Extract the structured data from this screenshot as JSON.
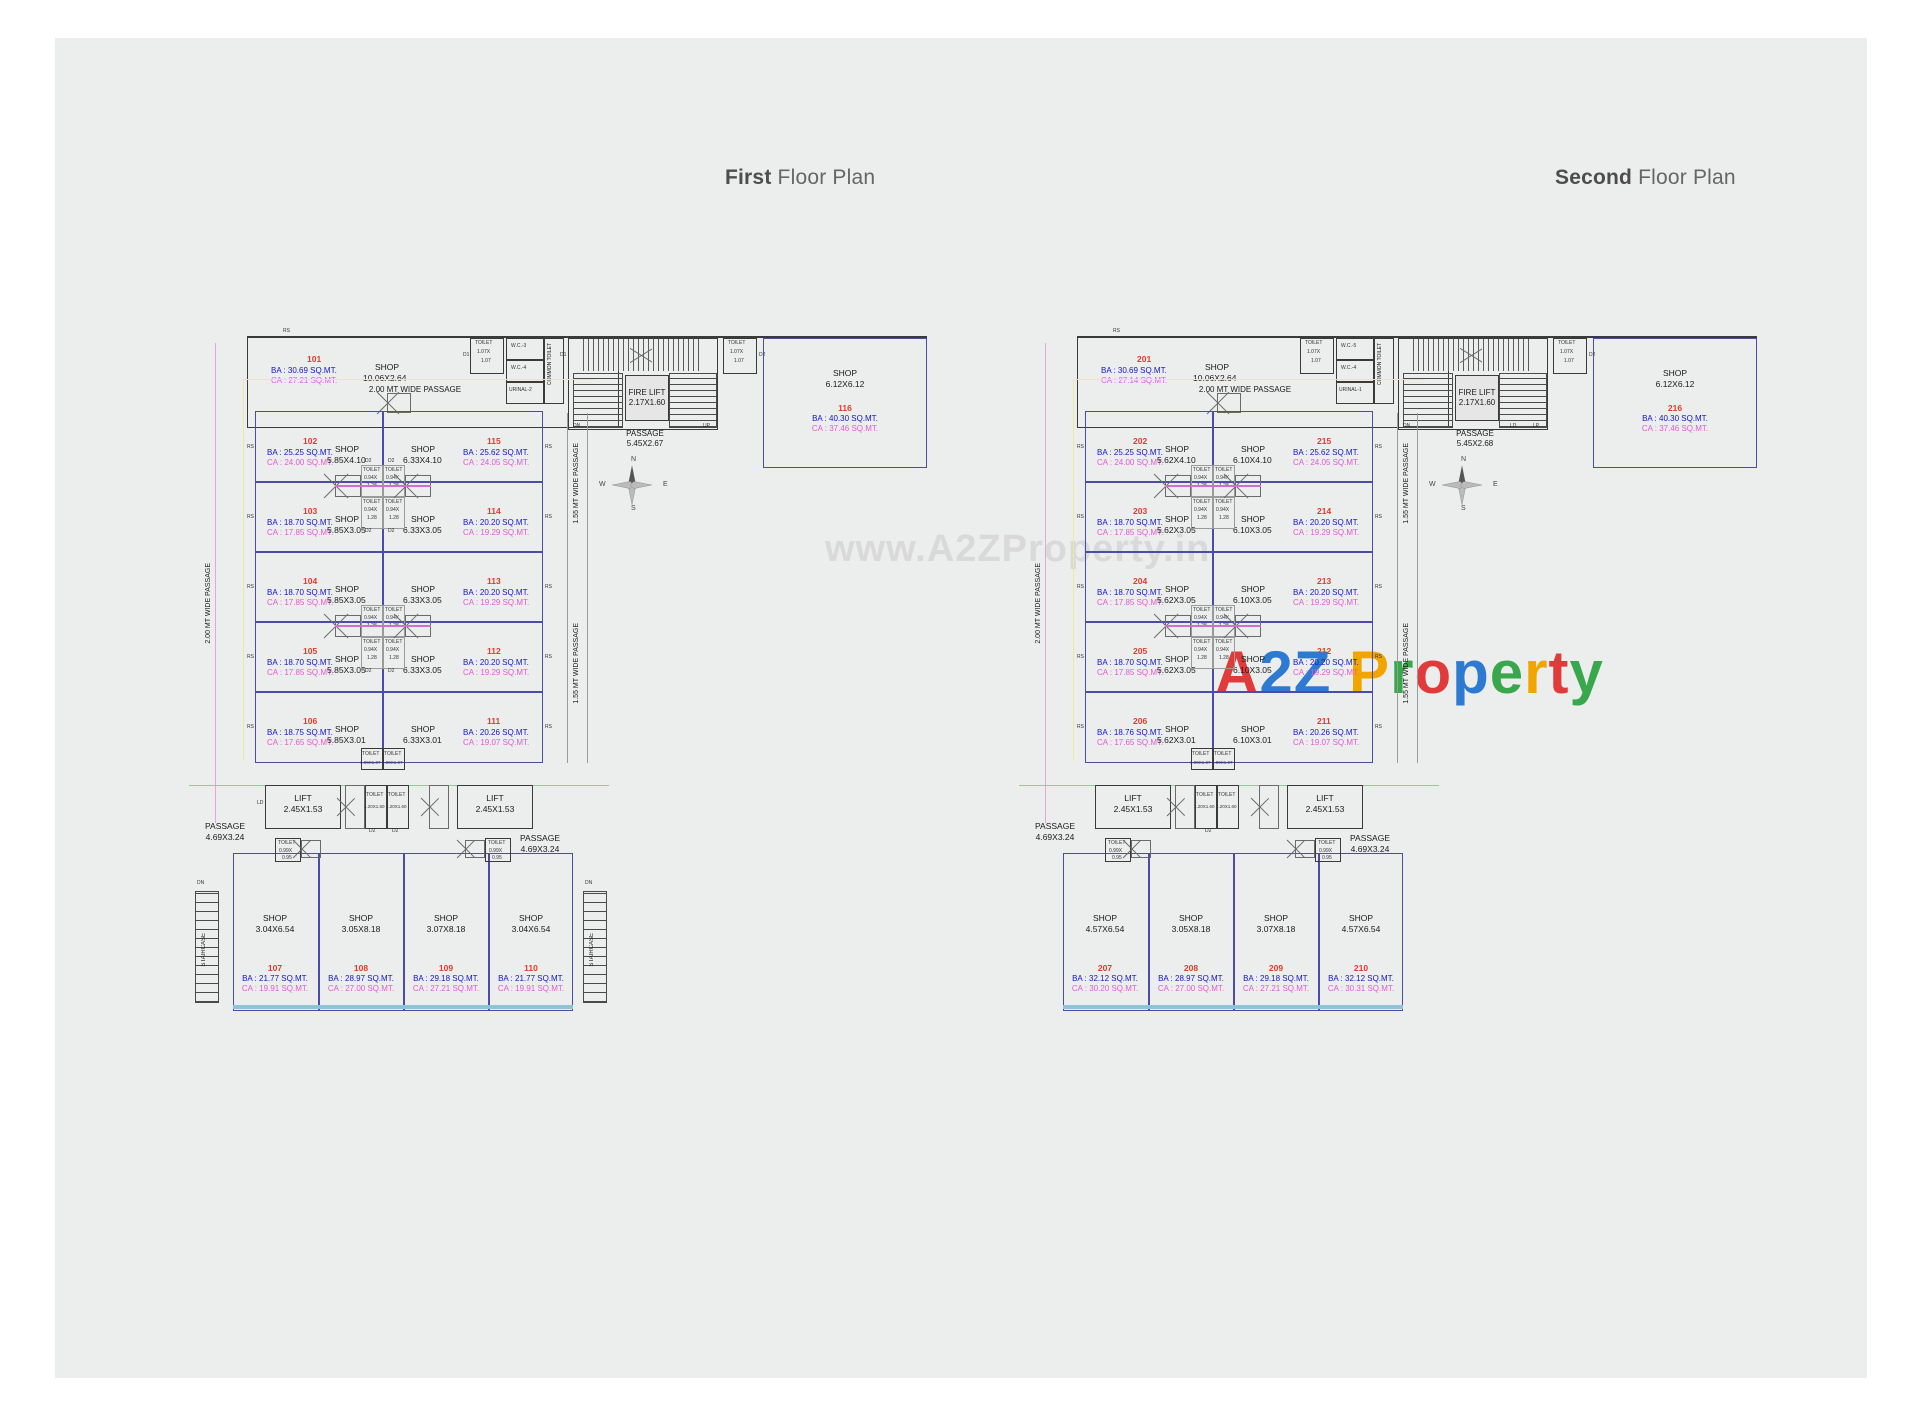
{
  "sheet": {
    "background": "#eceded",
    "watermark_line1": "www.A2ZProperty.in",
    "watermark_line2": "A2Z Property"
  },
  "titles": {
    "first": {
      "strong": "First",
      "rest": " Floor Plan"
    },
    "second": {
      "strong": "Second",
      "rest": " Floor Plan"
    }
  },
  "colors": {
    "unit_number": "#e23b2e",
    "built_area": "#1414c8",
    "carpet_area": "#e35ad0",
    "wall": "#3a3a3a",
    "blue_wall": "#4b4ba8"
  },
  "compass": {
    "n": "N",
    "s": "S",
    "e": "E",
    "w": "W"
  },
  "labels": {
    "shop": "SHOP",
    "toilet": "TOILET",
    "lift": "LIFT",
    "fire_lift": "FIRE LIFT",
    "passage": "PASSAGE",
    "common_toilet": "COMMON TOILET",
    "staircase": "STAIRCASE",
    "rs": "RS",
    "dn": "DN",
    "up": "UP",
    "d1": "D1",
    "d2": "D2",
    "ld": "LD",
    "lp": "LP",
    "wc3": "W.C.-3",
    "wc4": "W.C.-4",
    "wc5": "W.C.-5",
    "urinal1": "URINAL-1",
    "urinal2": "URINAL-2",
    "passage_2m": "2.00 MT WIDE PASSAGE",
    "passage_155": "1.55 MT WIDE PASSAGE",
    "sqmt": "SQ.MT."
  },
  "first_floor": {
    "title_unit": {
      "number": "101",
      "ba": "BA : 30.69 SQ.MT.",
      "ca": "CA : 27.21 SQ.MT.",
      "shop": "SHOP",
      "dim": "10.06X2.64"
    },
    "top_toilet_left": {
      "name": "TOILET",
      "dim1": "1.07X",
      "dim2": "1.07"
    },
    "top_toilet_right": {
      "name": "TOILET",
      "dim1": "1.07X",
      "dim2": "1.07"
    },
    "fire_lift": {
      "name": "FIRE LIFT",
      "dim": "2.17X1.60"
    },
    "top_passage": {
      "name": "PASSAGE",
      "dim": "5.45X2.67"
    },
    "right_unit": {
      "shop": "SHOP",
      "dim": "6.12X6.12",
      "number": "116",
      "ba": "BA : 40.30 SQ.MT.",
      "ca": "CA : 37.46 SQ.MT."
    },
    "left_column": [
      {
        "number": "102",
        "ba": "BA : 25.25 SQ.MT.",
        "ca": "CA : 24.00 SQ.MT.",
        "shop": "SHOP",
        "dim": "5.85X4.10"
      },
      {
        "number": "103",
        "ba": "BA : 18.70 SQ.MT.",
        "ca": "CA : 17.85 SQ.MT.",
        "shop": "SHOP",
        "dim": "5.85X3.05"
      },
      {
        "number": "104",
        "ba": "BA : 18.70 SQ.MT.",
        "ca": "CA : 17.85 SQ.MT.",
        "shop": "SHOP",
        "dim": "5.85X3.05"
      },
      {
        "number": "105",
        "ba": "BA : 18.70 SQ.MT.",
        "ca": "CA : 17.85 SQ.MT.",
        "shop": "SHOP",
        "dim": "5.85X3.05"
      },
      {
        "number": "106",
        "ba": "BA : 18.75 SQ.MT.",
        "ca": "CA : 17.65 SQ.MT.",
        "shop": "SHOP",
        "dim": "5.85X3.01"
      }
    ],
    "right_column": [
      {
        "number": "115",
        "ba": "BA : 25.62 SQ.MT.",
        "ca": "CA : 24.05 SQ.MT.",
        "shop": "SHOP",
        "dim": "6.33X4.10"
      },
      {
        "number": "114",
        "ba": "BA : 20.20 SQ.MT.",
        "ca": "CA : 19.29 SQ.MT.",
        "shop": "SHOP",
        "dim": "6.33X3.05"
      },
      {
        "number": "113",
        "ba": "BA : 20.20 SQ.MT.",
        "ca": "CA : 19.29 SQ.MT.",
        "shop": "SHOP",
        "dim": "6.33X3.05"
      },
      {
        "number": "112",
        "ba": "BA : 20.20 SQ.MT.",
        "ca": "CA : 19.29 SQ.MT.",
        "shop": "SHOP",
        "dim": "6.33X3.05"
      },
      {
        "number": "111",
        "ba": "BA : 20.26 SQ.MT.",
        "ca": "CA : 19.07 SQ.MT.",
        "shop": "SHOP",
        "dim": "6.33X3.01"
      }
    ],
    "core_toilets": {
      "name": "TOILET",
      "dim1": "0.94X",
      "dim2": "1.28"
    },
    "lower_toilets": {
      "name": "TOILET",
      "dim": "1.09X1.07"
    },
    "lift_toilets": {
      "name": "TOILET",
      "dim": "1.20X1.60"
    },
    "lift_left": {
      "name": "LIFT",
      "dim": "2.45X1.53"
    },
    "lift_right": {
      "name": "LIFT",
      "dim": "2.45X1.53"
    },
    "passage_left": {
      "name": "PASSAGE",
      "dim": "4.69X3.24"
    },
    "passage_right": {
      "name": "PASSAGE",
      "dim": "4.69X3.24"
    },
    "bottom_toilet_left": {
      "name": "TOILET",
      "dim1": "0.99X",
      "dim2": "0.95"
    },
    "bottom_toilet_right": {
      "name": "TOILET",
      "dim1": "0.99X",
      "dim2": "0.95"
    },
    "bottom_row": [
      {
        "shop": "SHOP",
        "dim": "3.04X6.54",
        "number": "107",
        "ba": "BA : 21.77 SQ.MT.",
        "ca": "CA : 19.91 SQ.MT."
      },
      {
        "shop": "SHOP",
        "dim": "3.05X8.18",
        "number": "108",
        "ba": "BA : 28.97 SQ.MT.",
        "ca": "CA : 27.00 SQ.MT."
      },
      {
        "shop": "SHOP",
        "dim": "3.07X8.18",
        "number": "109",
        "ba": "BA : 29.18 SQ.MT.",
        "ca": "CA : 27.21 SQ.MT."
      },
      {
        "shop": "SHOP",
        "dim": "3.04X6.54",
        "number": "110",
        "ba": "BA : 21.77 SQ.MT.",
        "ca": "CA : 19.91 SQ.MT."
      }
    ]
  },
  "second_floor": {
    "title_unit": {
      "number": "201",
      "ba": "BA : 30.69 SQ.MT.",
      "ca": "CA : 27.14 SQ.MT.",
      "shop": "SHOP",
      "dim": "10.06X2.64"
    },
    "top_toilet_left": {
      "name": "TOILET",
      "dim1": "1.07X",
      "dim2": "1.07"
    },
    "top_toilet_right": {
      "name": "TOILET",
      "dim1": "1.07X",
      "dim2": "1.07"
    },
    "fire_lift": {
      "name": "FIRE LIFT",
      "dim": "2.17X1.60"
    },
    "top_passage": {
      "name": "PASSAGE",
      "dim": "5.45X2.68"
    },
    "right_unit": {
      "shop": "SHOP",
      "dim": "6.12X6.12",
      "number": "216",
      "ba": "BA : 40.30 SQ.MT.",
      "ca": "CA : 37.46 SQ.MT."
    },
    "left_column": [
      {
        "number": "202",
        "ba": "BA : 25.25 SQ.MT.",
        "ca": "CA : 24.00 SQ.MT.",
        "shop": "SHOP",
        "dim": "5.62X4.10"
      },
      {
        "number": "203",
        "ba": "BA : 18.70 SQ.MT.",
        "ca": "CA : 17.85 SQ.MT.",
        "shop": "SHOP",
        "dim": "5.62X3.05"
      },
      {
        "number": "204",
        "ba": "BA : 18.70 SQ.MT.",
        "ca": "CA : 17.85 SQ.MT.",
        "shop": "SHOP",
        "dim": "5.62X3.05"
      },
      {
        "number": "205",
        "ba": "BA : 18.70 SQ.MT.",
        "ca": "CA : 17.85 SQ.MT.",
        "shop": "SHOP",
        "dim": "5.62X3.05"
      },
      {
        "number": "206",
        "ba": "BA : 18.76 SQ.MT.",
        "ca": "CA : 17.65 SQ.MT.",
        "shop": "SHOP",
        "dim": "5.62X3.01"
      }
    ],
    "right_column": [
      {
        "number": "215",
        "ba": "BA : 25.62 SQ.MT.",
        "ca": "CA : 24.05 SQ.MT.",
        "shop": "SHOP",
        "dim": "6.10X4.10"
      },
      {
        "number": "214",
        "ba": "BA : 20.20 SQ.MT.",
        "ca": "CA : 19.29 SQ.MT.",
        "shop": "SHOP",
        "dim": "6.10X3.05"
      },
      {
        "number": "213",
        "ba": "BA : 20.20 SQ.MT.",
        "ca": "CA : 19.29 SQ.MT.",
        "shop": "SHOP",
        "dim": "6.10X3.05"
      },
      {
        "number": "212",
        "ba": "BA : 20.20 SQ.MT.",
        "ca": "CA : 19.29 SQ.MT.",
        "shop": "SHOP",
        "dim": "6.10X3.05"
      },
      {
        "number": "211",
        "ba": "BA : 20.26 SQ.MT.",
        "ca": "CA : 19.07 SQ.MT.",
        "shop": "SHOP",
        "dim": "6.10X3.01"
      }
    ],
    "core_toilets": {
      "name": "TOILET",
      "dim1": "0.94X",
      "dim2": "1.28"
    },
    "lower_toilets": {
      "name": "TOILET",
      "dim": "1.09X1.07"
    },
    "lift_toilets": {
      "name": "TOILET",
      "dim": "1.20X1.60"
    },
    "lift_left": {
      "name": "LIFT",
      "dim": "2.45X1.53"
    },
    "lift_right": {
      "name": "LIFT",
      "dim": "2.45X1.53"
    },
    "passage_left": {
      "name": "PASSAGE",
      "dim": "4.69X3.24"
    },
    "passage_right": {
      "name": "PASSAGE",
      "dim": "4.69X3.24"
    },
    "bottom_toilet_left": {
      "name": "TOILET",
      "dim1": "0.99X",
      "dim2": "0.95"
    },
    "bottom_toilet_right": {
      "name": "TOILET",
      "dim1": "0.99X",
      "dim2": "0.95"
    },
    "bottom_row": [
      {
        "shop": "SHOP",
        "dim": "4.57X6.54",
        "number": "207",
        "ba": "BA : 32.12 SQ.MT.",
        "ca": "CA : 30.20 SQ.MT."
      },
      {
        "shop": "SHOP",
        "dim": "3.05X8.18",
        "number": "208",
        "ba": "BA : 28.97 SQ.MT.",
        "ca": "CA : 27.00 SQ.MT."
      },
      {
        "shop": "SHOP",
        "dim": "3.07X8.18",
        "number": "209",
        "ba": "BA : 29.18 SQ.MT.",
        "ca": "CA : 27.21 SQ.MT."
      },
      {
        "shop": "SHOP",
        "dim": "4.57X6.54",
        "number": "210",
        "ba": "BA : 32.12 SQ.MT.",
        "ca": "CA : 30.31 SQ.MT."
      }
    ]
  }
}
